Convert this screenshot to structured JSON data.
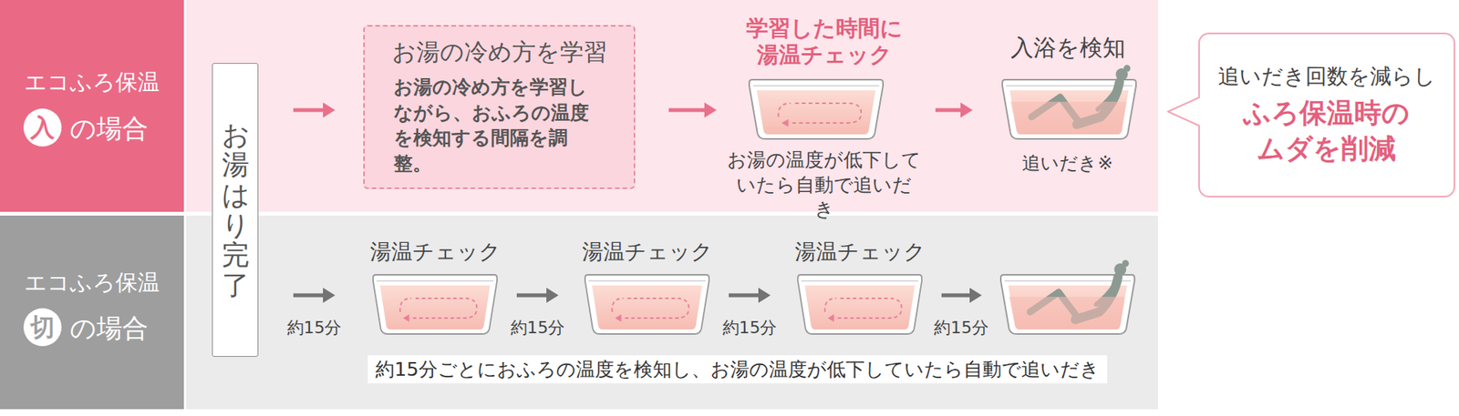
{
  "diagram": {
    "nodes": [
      {
        "text": [
          "エコふろ保温",
          "の場合"
        ]
      },
      {
        "text": [
          "入"
        ],
        "in": 0
      },
      {
        "text": [
          "エコふろ保温",
          "の場合"
        ]
      },
      {
        "text": [
          "切"
        ],
        "in": 2
      },
      {
        "text": [
          "お湯はり完了"
        ]
      },
      {
        "text": [
          "お湯の冷め方を学習",
          "お湯の冷め方を学習しながら、おふろの温度を検知する間隔を調整。"
        ]
      },
      {
        "text": [
          "学習した時間に 湯温チェック",
          "お湯の温度が低下していたら自動で追いだき"
        ]
      },
      {
        "text": [
          "入浴を検知",
          "追いだき※"
        ]
      },
      {
        "text": [
          "追いだき回数を減らし",
          "ふろ保温時の ムダを削減"
        ]
      },
      {
        "text": [
          "湯温チェック"
        ]
      },
      {
        "text": [
          "湯温チェック"
        ]
      },
      {
        "text": [
          "湯温チェック"
        ]
      },
      {
        "text": [
          "約15分ごとにおふろの温度を検知し、お湯の温度が低下していたら自動で追いだき"
        ]
      }
    ],
    "edges": [
      {
        "from": 4,
        "to": 5,
        "arrow": "to"
      },
      {
        "from": 5,
        "to": 6,
        "arrow": "to"
      },
      {
        "from": 6,
        "to": 7,
        "arrow": "to"
      },
      {
        "from": 4,
        "to": 9,
        "label": "約15分",
        "arrow": "to"
      },
      {
        "from": 9,
        "to": 10,
        "label": "約15分",
        "arrow": "to"
      },
      {
        "from": 10,
        "to": 11,
        "label": "約15分",
        "arrow": "to"
      }
    ],
    "labels": [
      "約15分"
    ]
  }
}
